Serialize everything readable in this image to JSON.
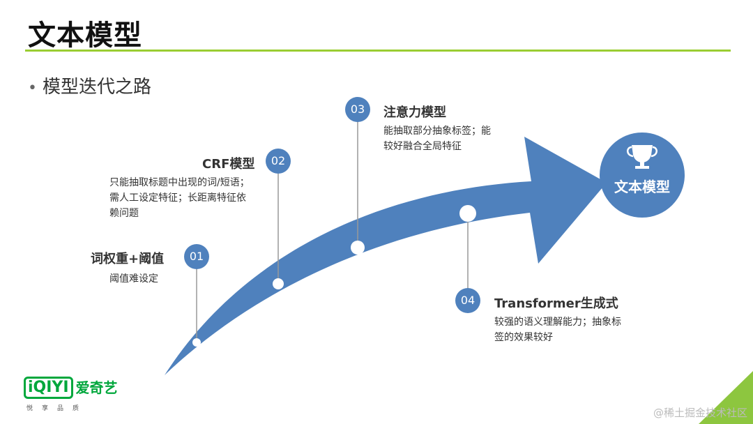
{
  "header": {
    "title": "文本模型"
  },
  "bullet": {
    "text": "模型迭代之路"
  },
  "stages": [
    {
      "num": "01",
      "title": "词权重+阈值",
      "desc": [
        "阈值难设定"
      ]
    },
    {
      "num": "02",
      "title": "CRF模型",
      "desc": [
        "只能抽取标题中出现的词/短语；",
        "需人工设定特征；长距离特征依",
        "赖问题"
      ]
    },
    {
      "num": "03",
      "title": "注意力模型",
      "desc": [
        "能抽取部分抽象标签；能",
        "较好融合全局特征"
      ]
    },
    {
      "num": "04",
      "title": "Transformer生成式",
      "desc": [
        "较强的语义理解能力；抽象标",
        "签的效果较好"
      ]
    }
  ],
  "goal": {
    "label": "文本模型",
    "icon": "trophy-icon"
  },
  "logo": {
    "mark": "iQIYI",
    "name": "爱奇艺",
    "slogan": "悦享品质"
  },
  "watermark": "@稀土掘金技术社区",
  "colors": {
    "accent_blue": "#4f81bd",
    "rule_green": "#9acd32",
    "logo_green": "#00a73c"
  }
}
